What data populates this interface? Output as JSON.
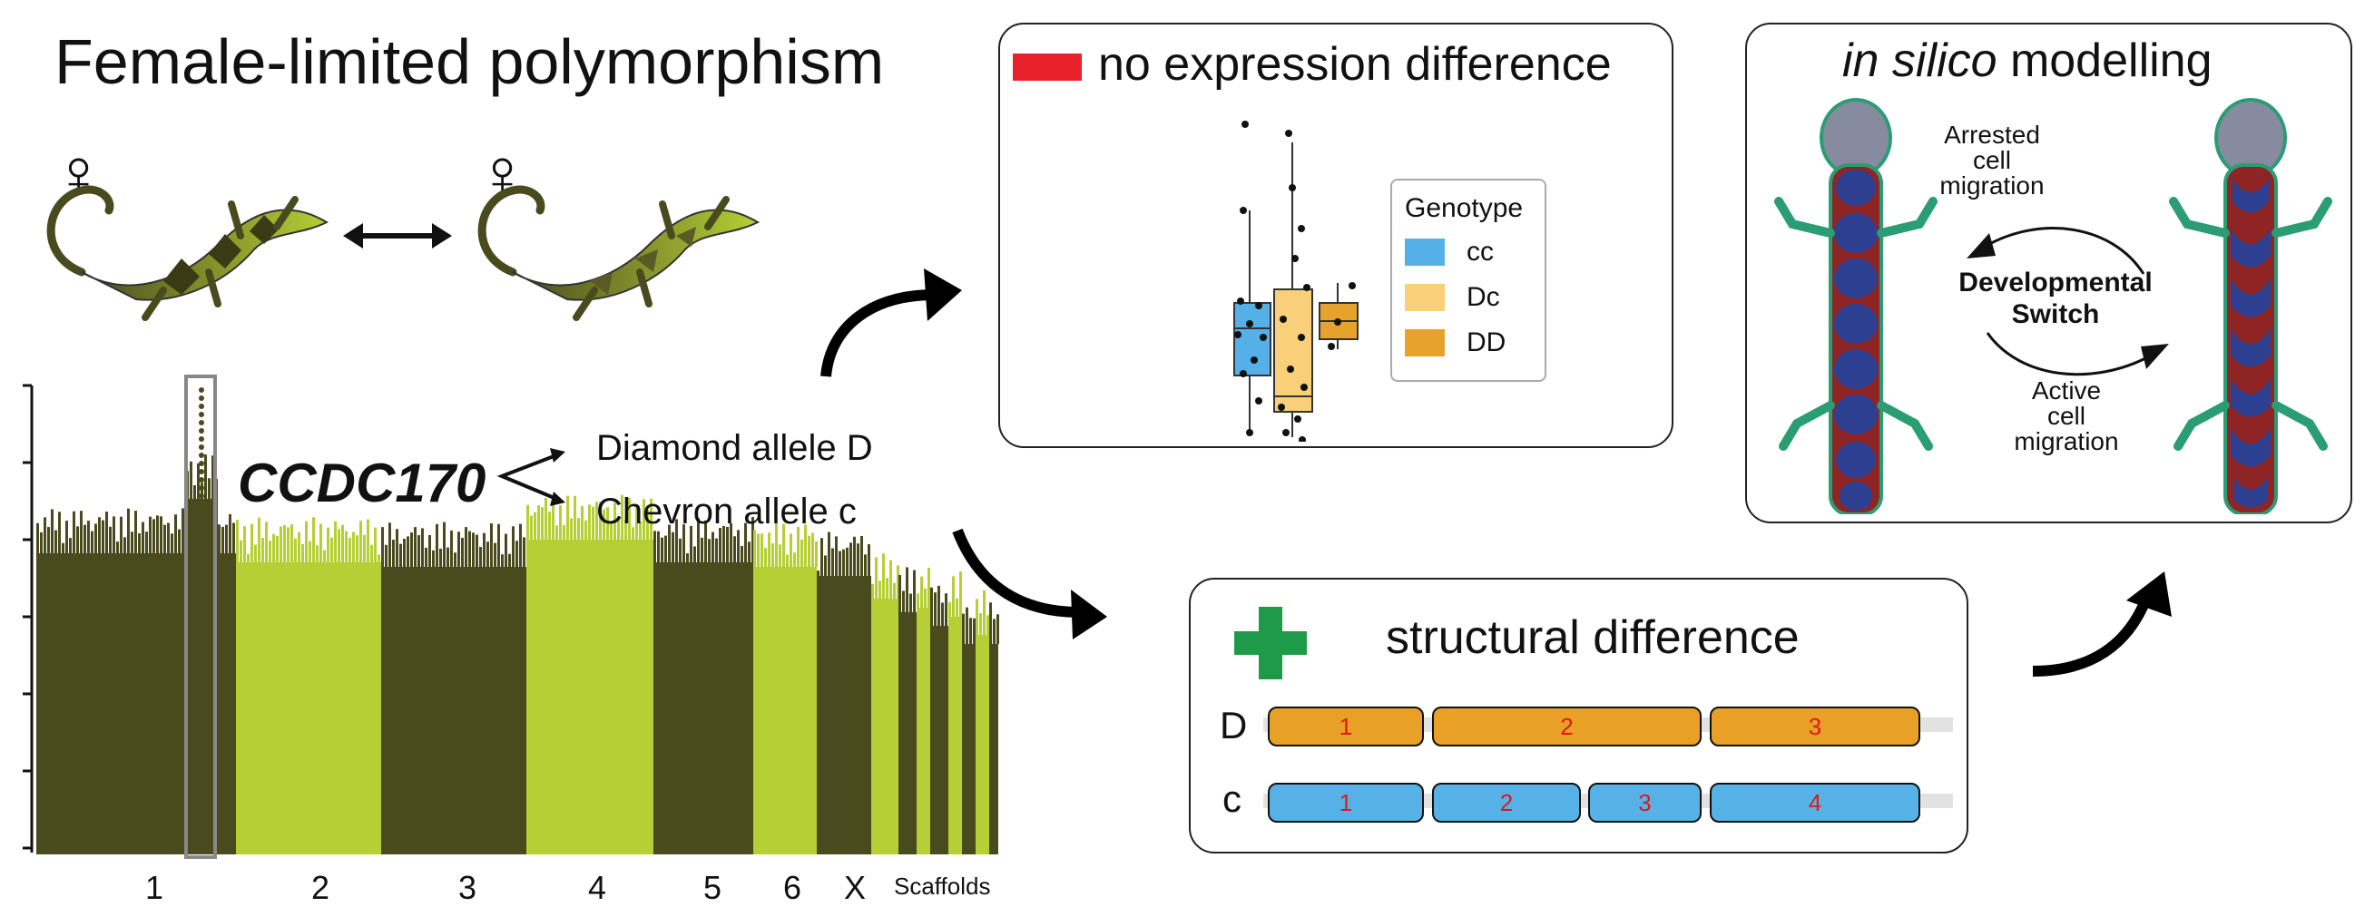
{
  "title": "Female-limited polymorphism",
  "female_symbol": "♀",
  "gene": "CCDC170",
  "alleles": [
    "Diamond allele D",
    "Chevron allele c"
  ],
  "manhattan": {
    "chromosome_labels": [
      "1",
      "2",
      "3",
      "4",
      "5",
      "6",
      "X",
      "Scaffolds"
    ],
    "colors": {
      "dark": "#4a4a1f",
      "light": "#b5cf35"
    }
  },
  "expression_panel": {
    "heading": "no expression difference",
    "legend_title": "Genotype",
    "legend_items": [
      {
        "label": "cc",
        "color": "#56b0e8"
      },
      {
        "label": "Dc",
        "color": "#f9cf7a"
      },
      {
        "label": "DD",
        "color": "#e7a22e"
      }
    ],
    "accent": "#e8202a"
  },
  "structural_panel": {
    "heading": "structural difference",
    "accent": "#1e9a48",
    "rows": [
      {
        "label": "D",
        "color": "#e8a126",
        "exons": [
          "1",
          "2",
          "3"
        ]
      },
      {
        "label": "c",
        "color": "#56b2e6",
        "exons": [
          "1",
          "2",
          "3",
          "4"
        ]
      }
    ]
  },
  "silico_panel": {
    "heading_italic": "in silico",
    "heading_rest": " modelling",
    "top_label": [
      "Arrested",
      "cell",
      "migration"
    ],
    "switch_label": [
      "Developmental",
      "Switch"
    ],
    "bottom_label": [
      "Active",
      "cell",
      "migration"
    ]
  }
}
